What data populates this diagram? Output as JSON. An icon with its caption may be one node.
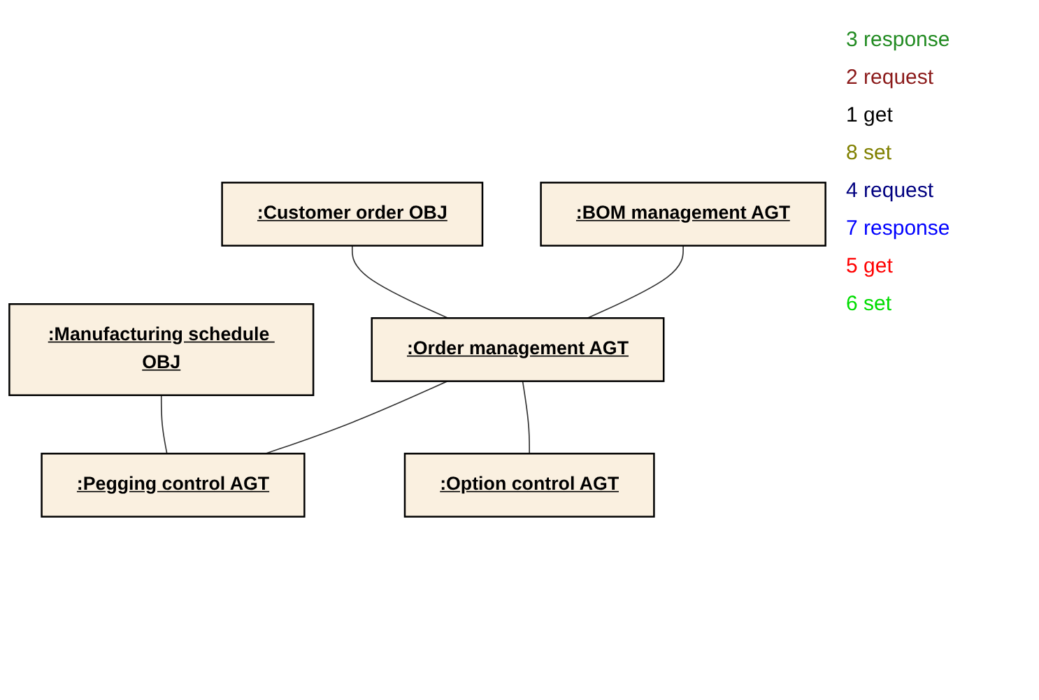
{
  "diagram": {
    "nodes": [
      {
        "text": [
          ":BOM management AGT"
        ]
      },
      {
        "text": [
          ":Customer order OBJ"
        ]
      },
      {
        "text": [
          ":Order management AGT"
        ]
      },
      {
        "text": [
          ":Manufacturing schedule OBJ"
        ]
      },
      {
        "text": [
          ":Pegging control AGT"
        ]
      },
      {
        "text": [
          ":Option control AGT"
        ]
      }
    ],
    "edges": [
      {
        "from": 0,
        "to": 2,
        "arrow": "none"
      },
      {
        "from": 1,
        "to": 2,
        "arrow": "none"
      },
      {
        "from": 2,
        "to": 4,
        "arrow": "none"
      },
      {
        "from": 2,
        "to": 5,
        "arrow": "none"
      },
      {
        "from": 3,
        "to": 4,
        "arrow": "none"
      }
    ],
    "labels": [
      "3 response",
      "2 request",
      "1 get",
      "8 set",
      "4 request",
      "7 response",
      "5 get",
      "6 set"
    ]
  }
}
